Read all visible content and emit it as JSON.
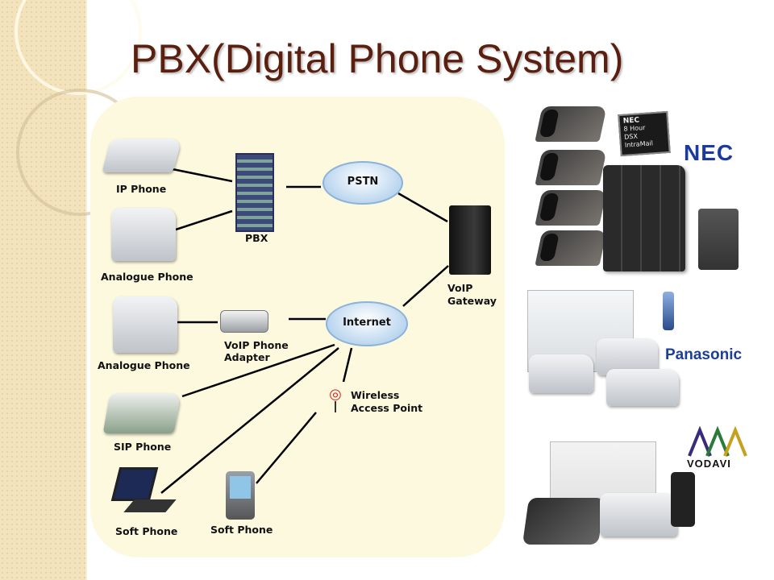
{
  "slide": {
    "title": "PBX(Digital Phone System)"
  },
  "diagram": {
    "nodes": {
      "ip_phone": "IP Phone",
      "pbx": "PBX",
      "pstn": "PSTN",
      "voip_gateway_line1": "VoIP",
      "voip_gateway_line2": "Gateway",
      "analogue_phone_1": "Analogue Phone",
      "analogue_phone_2": "Analogue Phone",
      "voip_adapter_line1": "VoIP Phone",
      "voip_adapter_line2": "Adapter",
      "internet": "Internet",
      "wireless_line1": "Wireless",
      "wireless_line2": "Access Point",
      "sip_phone": "SIP Phone",
      "soft_phone_laptop": "Soft Phone",
      "soft_phone_pda": "Soft Phone"
    }
  },
  "vendors": {
    "nec_logo": "NEC",
    "nec_card_line1": "NEC",
    "nec_card_line2": "8 Hour",
    "nec_card_line3": "DSX",
    "nec_card_line4": "IntraMail",
    "panasonic_logo": "Panasonic",
    "vodavi_logo": "VODAVI"
  },
  "colors": {
    "title": "#5b1f10",
    "panel": "#fcf9df",
    "nec": "#1a3a9c",
    "panasonic": "#1c3f95"
  }
}
